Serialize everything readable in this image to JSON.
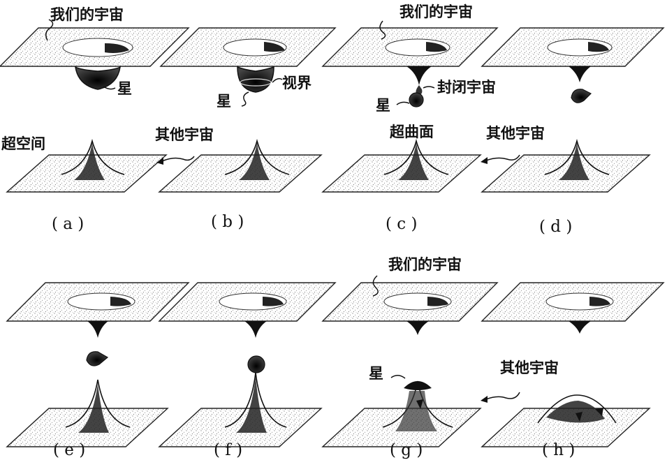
{
  "labels": {
    "our_universe": "我们的宇宙",
    "star": "星",
    "horizon": "视界",
    "closed_universe": "封闭宇宙",
    "hypersurface": "超曲面",
    "hyperspace": "超空间",
    "other_universe": "其他宇宙"
  },
  "captions": [
    "( a )",
    "( b )",
    "( c )",
    "( d )",
    "( e )",
    "( f )",
    "( g )",
    "( h )"
  ],
  "colors": {
    "ink": "#111111",
    "sheet": "#ffffff"
  }
}
